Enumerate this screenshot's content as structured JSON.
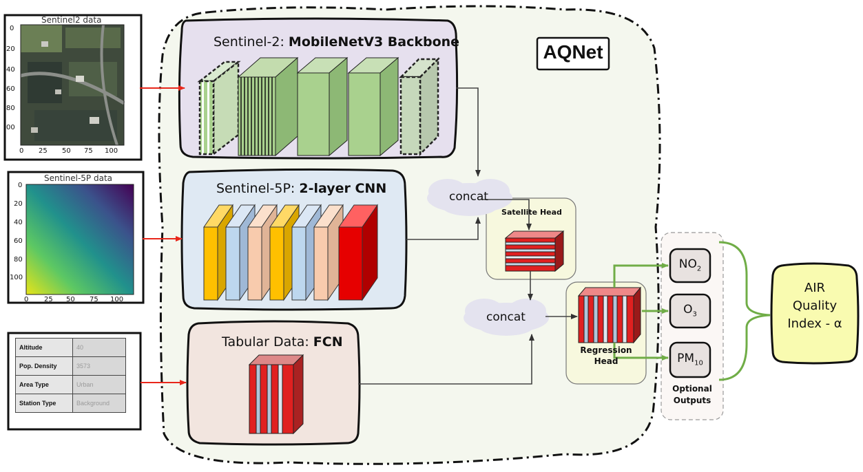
{
  "title": "AQNet",
  "inputs": {
    "s2": {
      "title": "Sentinel2 data",
      "yticks": [
        "0",
        "20",
        "40",
        "60",
        "80",
        "00"
      ],
      "xticks": [
        "0",
        "25",
        "50",
        "75",
        "100"
      ]
    },
    "s5p": {
      "title": "Sentinel-5P data",
      "yticks": [
        "0",
        "20",
        "40",
        "60",
        "80",
        "100"
      ],
      "xticks": [
        "0",
        "25",
        "50",
        "75",
        "100"
      ]
    },
    "table": {
      "rows": [
        {
          "key": "Altitude",
          "value": "40"
        },
        {
          "key": "Pop. Density",
          "value": "3573"
        },
        {
          "key": "Area Type",
          "value": "Urban"
        },
        {
          "key": "Station Type",
          "value": "Background"
        }
      ]
    }
  },
  "branches": {
    "s2": {
      "prefix": "Sentinel-2: ",
      "bold": "MobileNetV3 Backbone"
    },
    "s5p": {
      "prefix": "Sentinel-5P: ",
      "bold": "2-layer CNN"
    },
    "tab": {
      "prefix": "Tabular Data: ",
      "bold": "FCN"
    }
  },
  "concat_top": "concat",
  "concat_bottom": "concat",
  "satellite_head": "Satellite Head",
  "regression_head_line1": "Regression",
  "regression_head_line2": "Head",
  "outputs": {
    "no2": {
      "base": "NO",
      "sub": "2"
    },
    "o3": {
      "base": "O",
      "sub": "3"
    },
    "pm10": {
      "base": "PM",
      "sub": "10"
    },
    "caption_line1": "Optional",
    "caption_line2": "Outputs"
  },
  "aqi": {
    "line1": "AIR",
    "line2": "Quality",
    "line3": "Index - α"
  },
  "colors": {
    "aqnet_bg": "#f4f7ee",
    "s2_bg": "#e6e0ee",
    "s5p_bg": "#dfe9f3",
    "tab_bg": "#f2e5df",
    "head_bg": "#f7f8de",
    "aqi_bg": "#f9fbb0",
    "green_block": "#a9d18e",
    "arrow_red": "#e8261a",
    "arrow_green": "#70ad47"
  }
}
